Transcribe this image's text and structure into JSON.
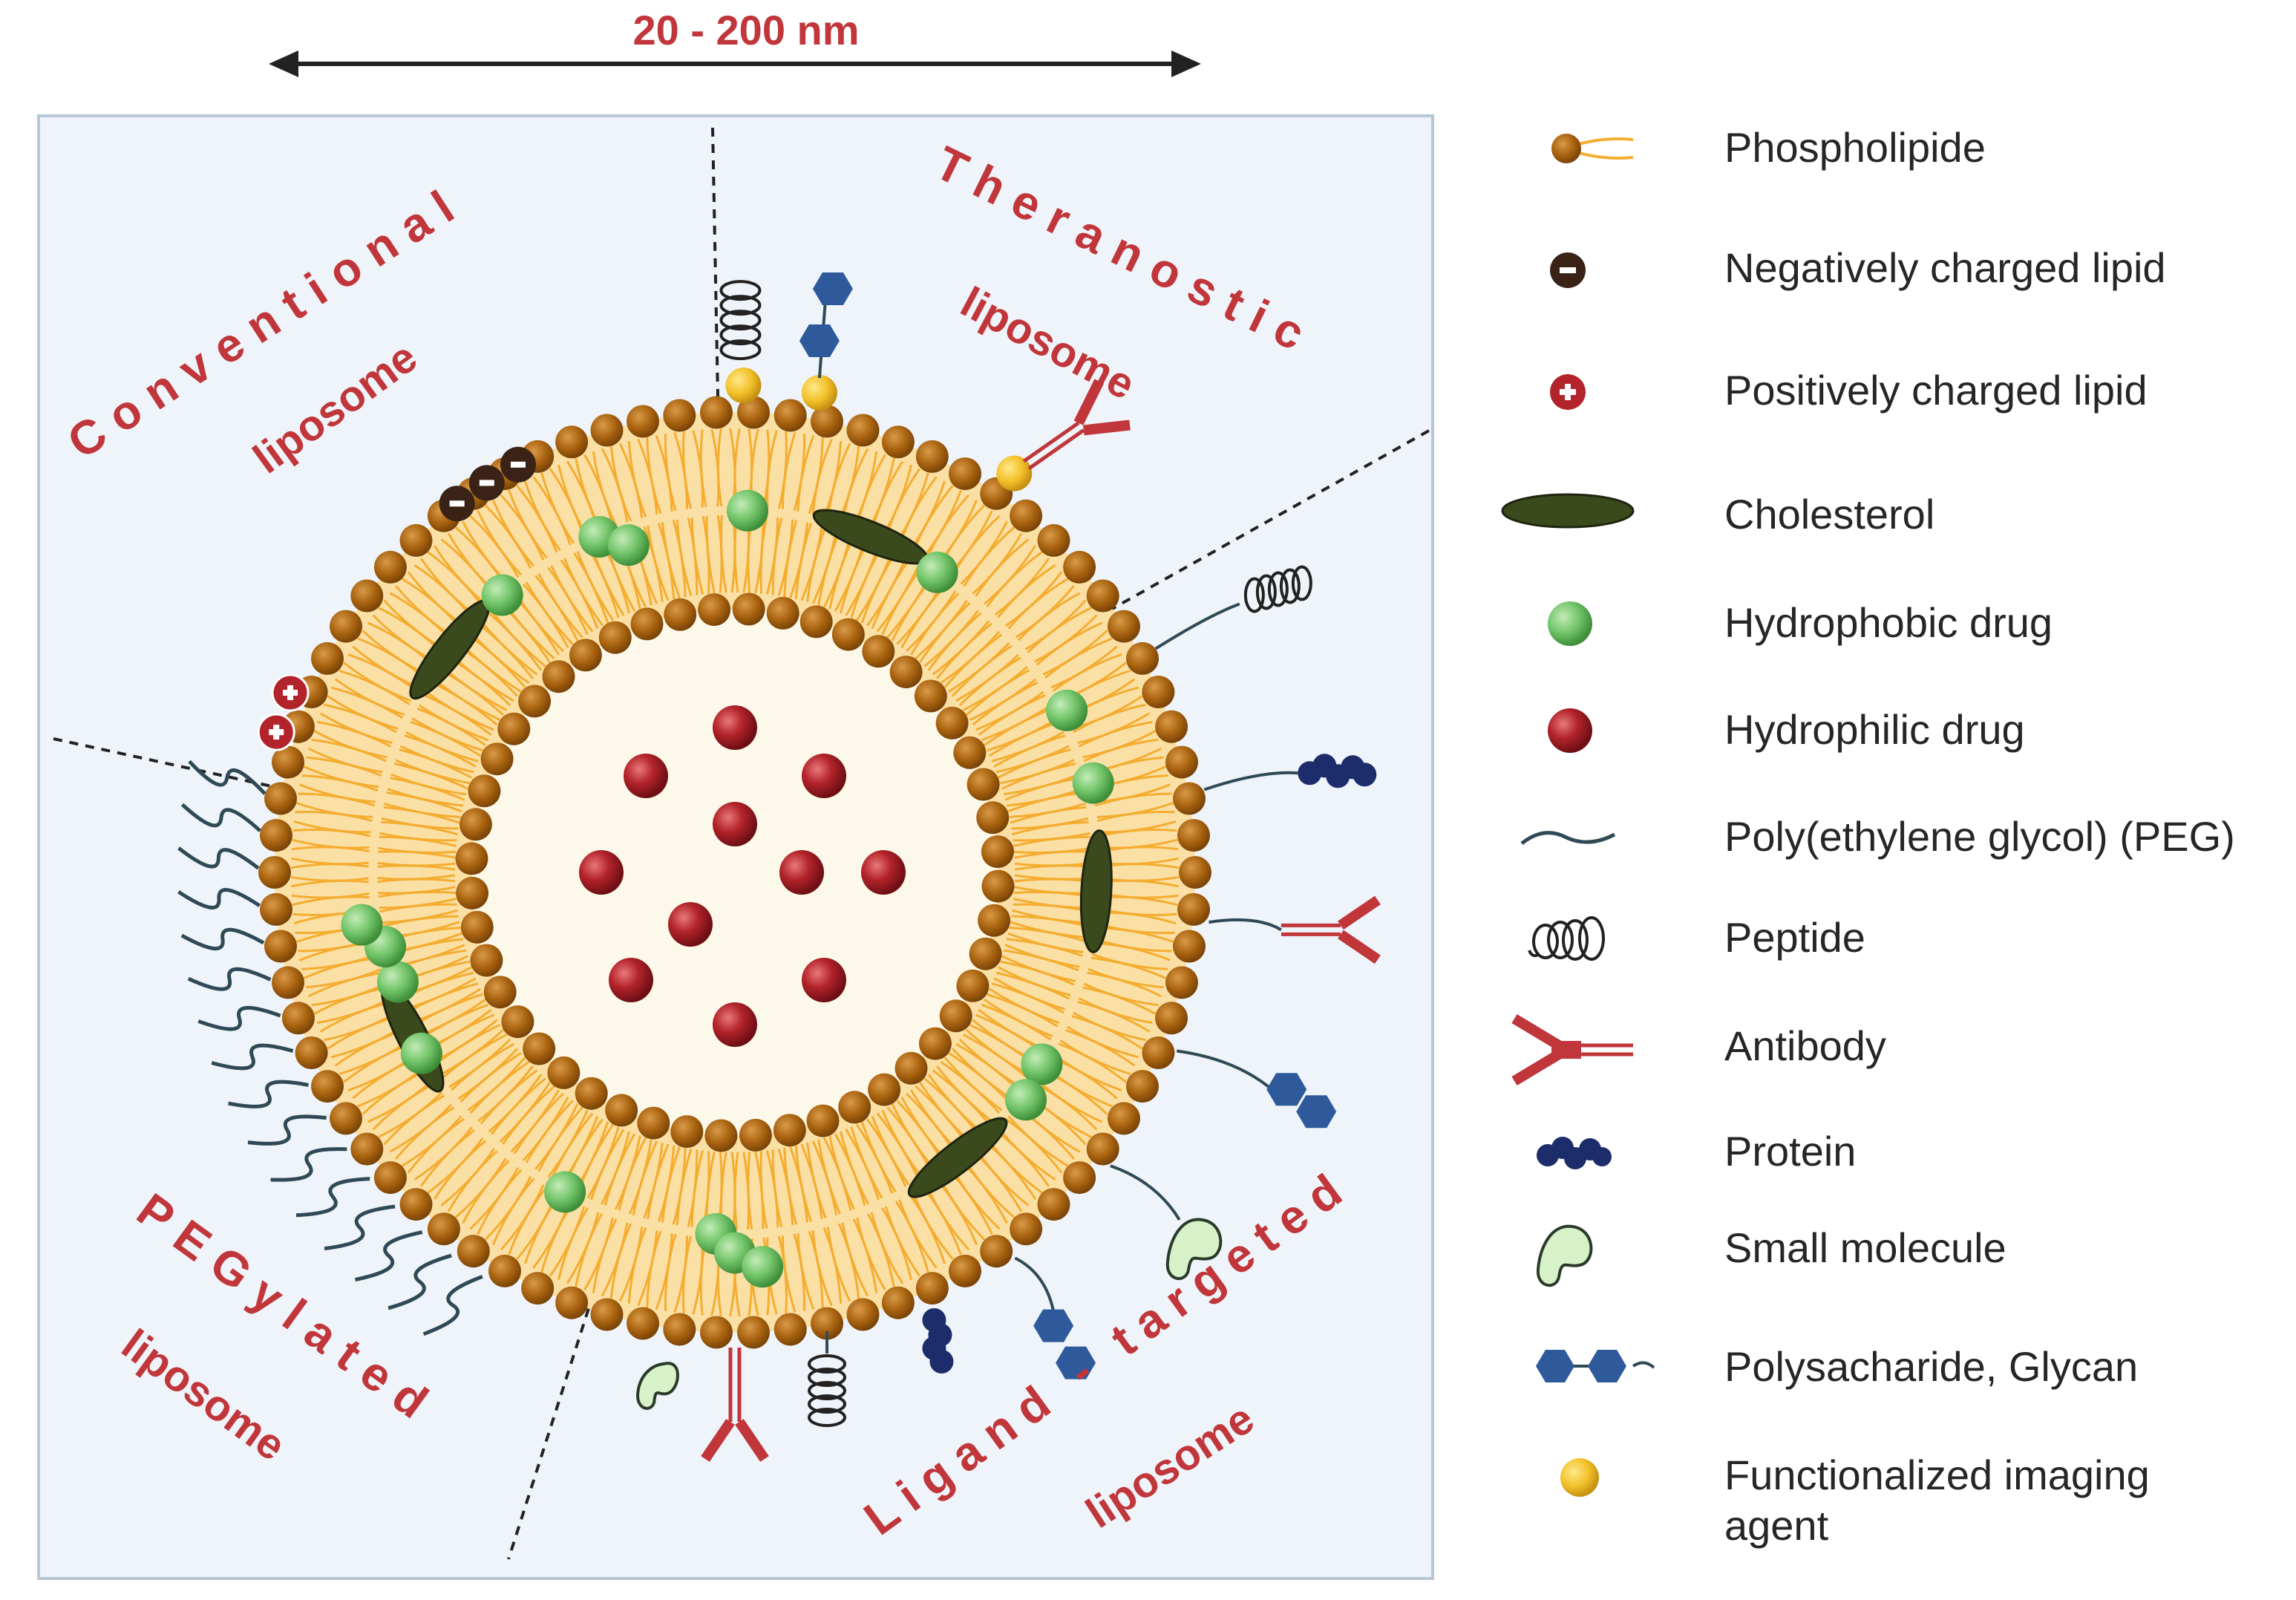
{
  "scale": {
    "label": "20 - 200 nm"
  },
  "sections": {
    "conventional": {
      "title": "Conventional",
      "subtitle": "liposome"
    },
    "theranostic": {
      "title": "Theranostic",
      "subtitle": "liposome"
    },
    "pegylated": {
      "title": "PEGylated",
      "subtitle": "liposome"
    },
    "ligand_targeted": {
      "title": "Ligand - targeted",
      "subtitle": "liposome"
    }
  },
  "legend": {
    "items": [
      {
        "label": "Phospholipide",
        "icon": "phospholipid-icon"
      },
      {
        "label": "Negatively charged lipid",
        "icon": "negative-lipid-icon"
      },
      {
        "label": "Positively charged lipid",
        "icon": "positive-lipid-icon"
      },
      {
        "label": "Cholesterol",
        "icon": "cholesterol-icon"
      },
      {
        "label": "Hydrophobic drug",
        "icon": "hydrophobic-drug-icon"
      },
      {
        "label": "Hydrophilic drug",
        "icon": "hydrophilic-drug-icon"
      },
      {
        "label": "Poly(ethylene glycol) (PEG)",
        "icon": "peg-icon"
      },
      {
        "label": "Peptide",
        "icon": "peptide-icon"
      },
      {
        "label": "Antibody",
        "icon": "antibody-icon"
      },
      {
        "label": "Protein",
        "icon": "protein-icon"
      },
      {
        "label": "Small molecule",
        "icon": "small-molecule-icon"
      },
      {
        "label": "Polysacharide, Glycan",
        "icon": "polysaccharide-icon"
      },
      {
        "label_line1": "Functionalized imaging",
        "label_line2": "agent",
        "icon": "imaging-agent-icon"
      }
    ]
  },
  "colors": {
    "panel_bg": "#eef4fa",
    "panel_border": "#b7c7d6",
    "head": "#a8620f",
    "tail": "#f4ad31",
    "membrane_fill": "#fbe0a6",
    "core_fill": "#fdf9ea",
    "title_red": "#c0363a",
    "drug_green": "#73c56a",
    "drug_red": "#b3232b",
    "cholesterol": "#3b4a1c",
    "peg": "#2f4a56",
    "protein": "#1d2c6b",
    "glycan": "#2e5a9c",
    "imaging": "#f2c029",
    "antibody": "#c0363a",
    "small_molecule": "#d7f2c9"
  }
}
